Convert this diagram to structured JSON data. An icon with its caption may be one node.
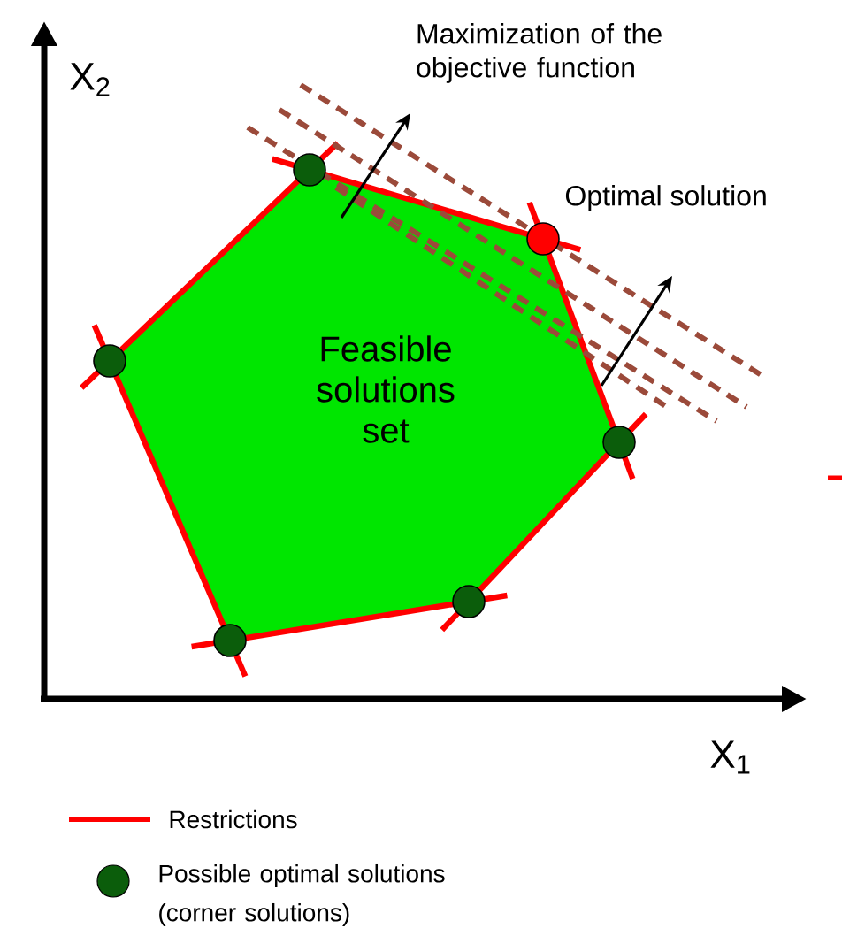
{
  "diagram": {
    "nodes": [
      {
        "text": [
          "Feasible solutions set"
        ]
      }
    ],
    "labels": [
      "Maximization of the objective function",
      "X$_{2}$",
      "Optimal solution",
      "X$_{1}$"
    ],
    "legend": [
      {
        "text": "Restrictions"
      },
      {
        "text": "Possible optimal solutions (corner solutions)"
      }
    ]
  }
}
